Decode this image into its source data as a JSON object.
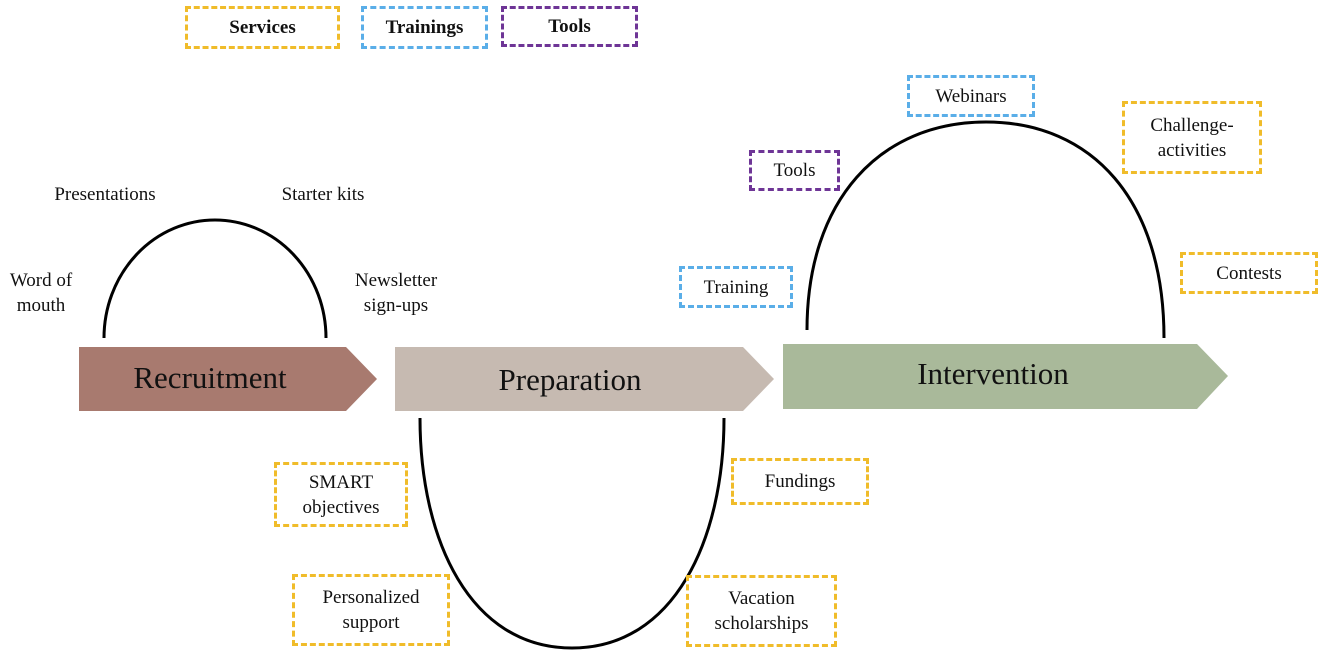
{
  "colors": {
    "services": "#F0BC2A",
    "trainings": "#5AAEE8",
    "tools": "#6E3596",
    "recruitment": "#A87A6F",
    "preparation": "#C6BAB1",
    "intervention": "#A9B99A",
    "curve": "#000000"
  },
  "legend": {
    "services": "Services",
    "trainings": "Trainings",
    "tools": "Tools"
  },
  "stages": {
    "recruitment": "Recruitment",
    "preparation": "Preparation",
    "intervention": "Intervention"
  },
  "recruitment": {
    "word_of_mouth": "Word of\nmouth",
    "presentations": "Presentations",
    "starter_kits": "Starter kits",
    "newsletter": "Newsletter\nsign-ups"
  },
  "preparation": {
    "smart": "SMART\nobjectives",
    "personalized": "Personalized\nsupport",
    "fundings": "Fundings",
    "vacation": "Vacation\nscholarships"
  },
  "intervention": {
    "training": "Training",
    "tools": "Tools",
    "webinars": "Webinars",
    "challenge": "Challenge-\nactivities",
    "contests": "Contests"
  }
}
